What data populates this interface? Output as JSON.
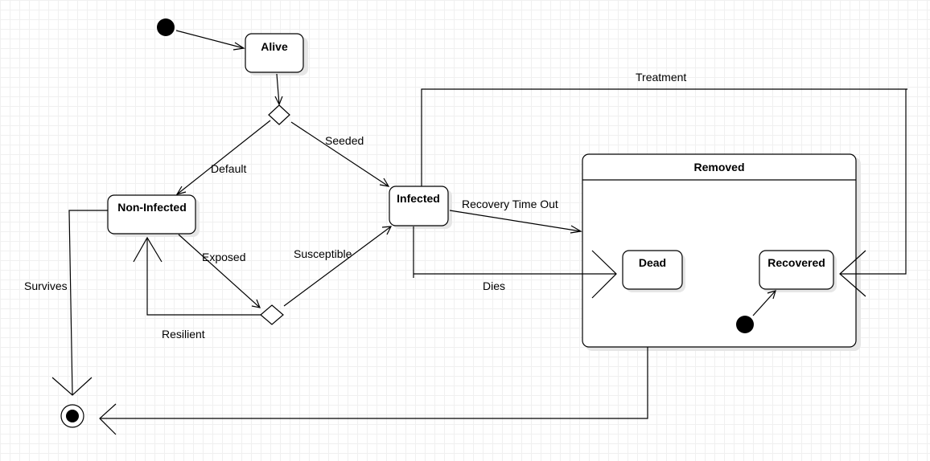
{
  "states": {
    "alive": "Alive",
    "non_infected": "Non-Infected",
    "infected": "Infected",
    "removed": "Removed",
    "dead": "Dead",
    "recovered": "Recovered"
  },
  "transitions": {
    "default": "Default",
    "seeded": "Seeded",
    "exposed": "Exposed",
    "susceptible": "Susceptible",
    "resilient": "Resilient",
    "survives": "Survives",
    "recovery_time_out": "Recovery Time Out",
    "dies": "Dies",
    "treatment": "Treatment"
  }
}
